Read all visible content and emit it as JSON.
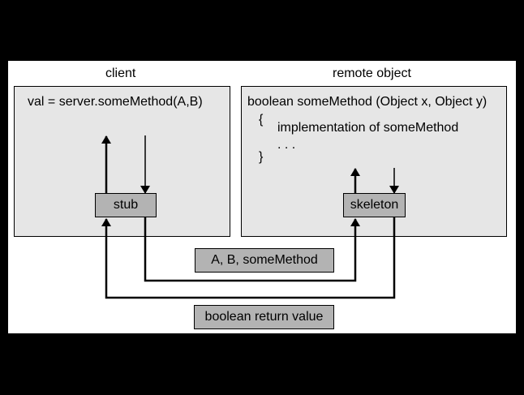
{
  "client": {
    "title": "client",
    "call": "val = server.someMethod(A,B)",
    "stub": "stub"
  },
  "remote": {
    "title": "remote object",
    "signature": "boolean someMethod (Object x, Object y)",
    "open_brace": "{",
    "body": "implementation of someMethod",
    "ellipsis": ". . .",
    "close_brace": "}",
    "skeleton": "skeleton"
  },
  "messages": {
    "request": "A, B, someMethod",
    "response": "boolean return value"
  },
  "colors": {
    "frame": "#000000",
    "canvas": "#ffffff",
    "panel": "#e6e6e6",
    "box": "#b3b3b3"
  }
}
